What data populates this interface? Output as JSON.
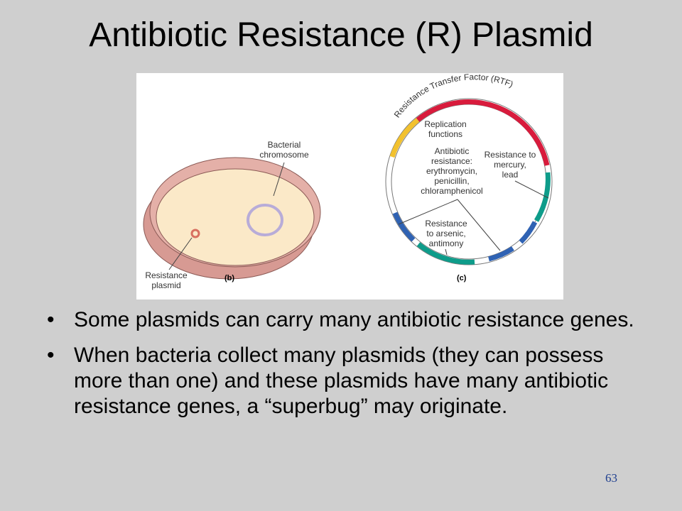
{
  "title": "Antibiotic Resistance (R) Plasmid",
  "figure": {
    "panel_b": {
      "tag": "(b)",
      "chromosome_label": [
        "Bacterial",
        "chromosome"
      ],
      "plasmid_label": [
        "Resistance",
        "plasmid"
      ]
    },
    "panel_c": {
      "tag": "(c)",
      "arc_label": "Resistance Transfer Factor (RTF)",
      "replication": [
        "Replication",
        "functions"
      ],
      "antibiotic": [
        "Antibiotic",
        "resistance:",
        "erythromycin,",
        "penicillin,",
        "chloramphenicol"
      ],
      "mercury": [
        "Resistance to",
        "mercury,",
        "lead"
      ],
      "arsenic": [
        "Resistance",
        "to arsenic,",
        "antimony"
      ],
      "colors": {
        "rtf": "#d81b3c",
        "replication": "#f2c12e",
        "teal": "#0e9c8a",
        "blue": "#2f62b3",
        "plain": "#ffffff"
      }
    }
  },
  "bullets": [
    "Some plasmids can carry many antibiotic resistance genes.",
    "When bacteria collect many plasmids (they can possess more than one) and these plasmids have many antibiotic resistance genes, a “superbug” may originate."
  ],
  "page_number": "63"
}
